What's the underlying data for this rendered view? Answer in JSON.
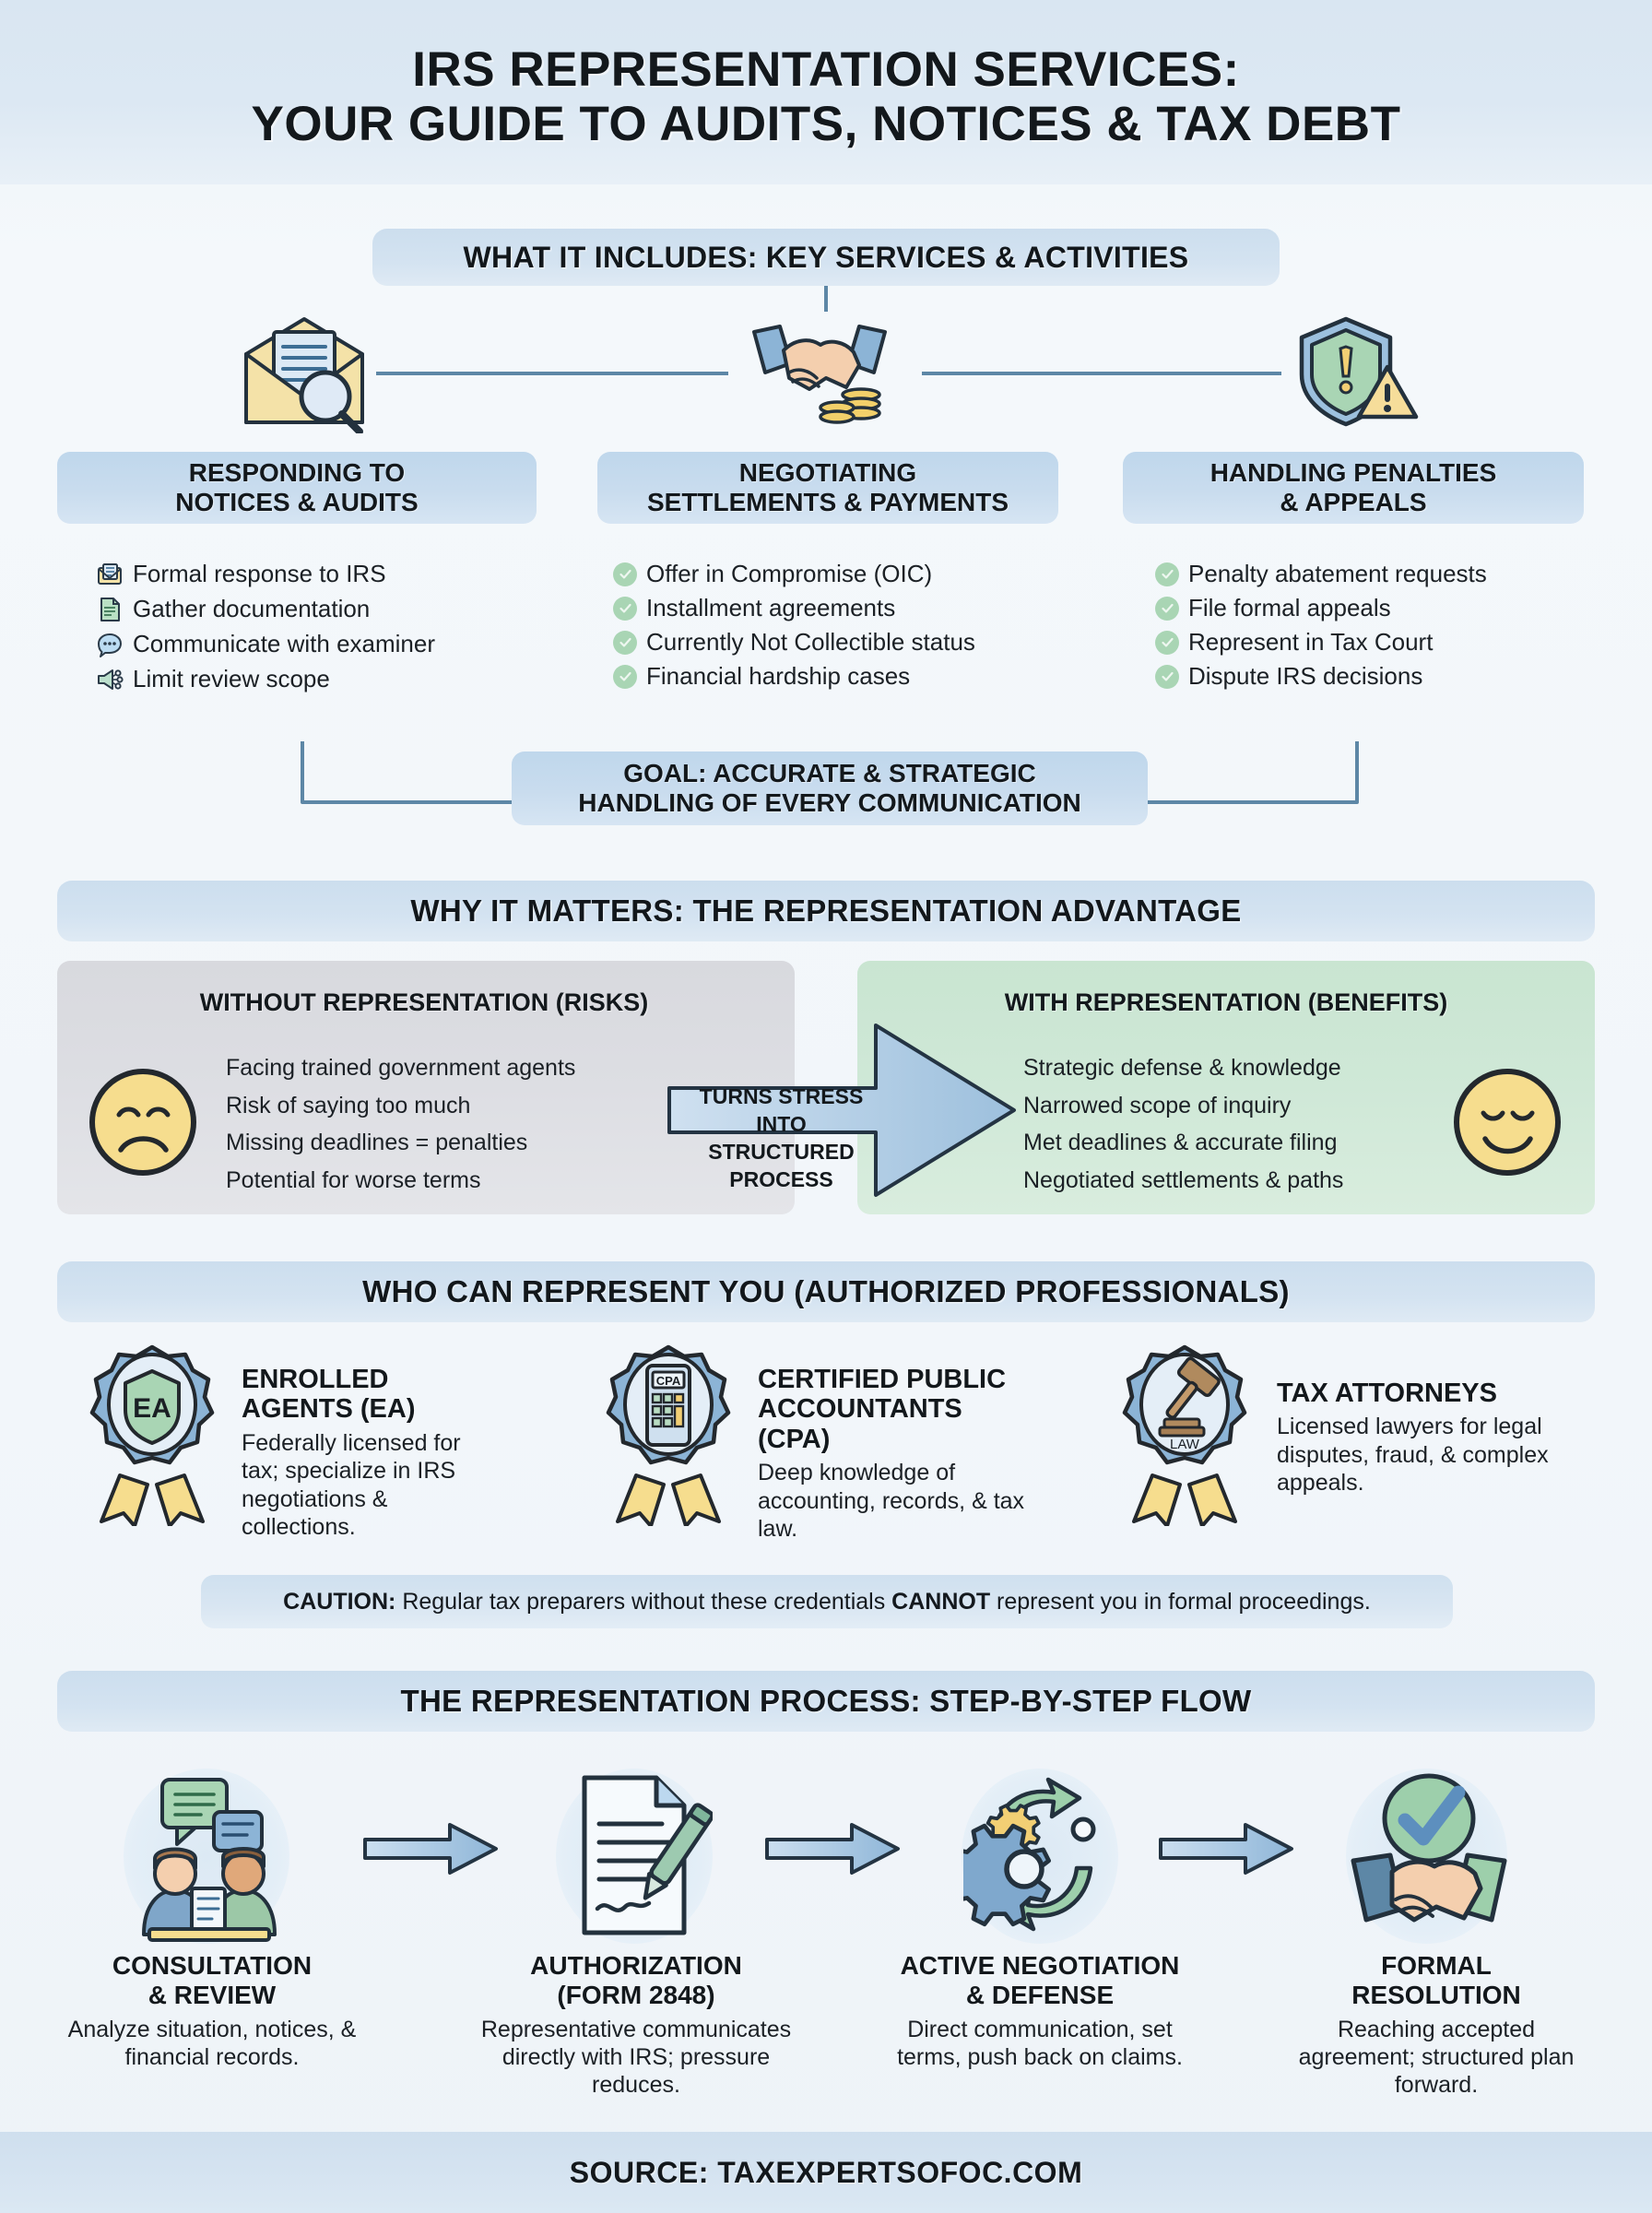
{
  "title": {
    "line1": "IRS REPRESENTATION SERVICES:",
    "line2": "YOUR GUIDE TO AUDITS, NOTICES & TAX DEBT"
  },
  "section1": {
    "header": "WHAT IT INCLUDES: KEY SERVICES & ACTIVITIES",
    "columns": [
      {
        "icon": "envelope-magnifier-icon",
        "heading_line1": "RESPONDING TO",
        "heading_line2": "NOTICES & AUDITS",
        "items": [
          {
            "icon": "envelope-document-icon",
            "label": "Formal response to IRS"
          },
          {
            "icon": "document-lines-icon",
            "label": "Gather documentation"
          },
          {
            "icon": "speech-bubble-icon",
            "label": "Communicate with examiner"
          },
          {
            "icon": "megaphone-icon",
            "label": "Limit review scope"
          }
        ]
      },
      {
        "icon": "handshake-coins-icon",
        "heading_line1": "NEGOTIATING",
        "heading_line2": "SETTLEMENTS & PAYMENTS",
        "items": [
          {
            "icon": "check-circle-icon",
            "label": "Offer in Compromise (OIC)"
          },
          {
            "icon": "check-circle-icon",
            "label": "Installment agreements"
          },
          {
            "icon": "check-circle-icon",
            "label": "Currently Not Collectible status"
          },
          {
            "icon": "check-circle-icon",
            "label": "Financial hardship cases"
          }
        ]
      },
      {
        "icon": "shield-warning-icon",
        "heading_line1": "HANDLING PENALTIES",
        "heading_line2": "& APPEALS",
        "items": [
          {
            "icon": "check-circle-icon",
            "label": "Penalty abatement requests"
          },
          {
            "icon": "check-circle-icon",
            "label": "File formal appeals"
          },
          {
            "icon": "check-circle-icon",
            "label": "Represent in Tax Court"
          },
          {
            "icon": "check-circle-icon",
            "label": "Dispute IRS decisions"
          }
        ]
      }
    ],
    "goal_line1": "GOAL: ACCURATE & STRATEGIC",
    "goal_line2": "HANDLING OF EVERY COMMUNICATION"
  },
  "section2": {
    "header": "WHY IT MATTERS: THE REPRESENTATION ADVANTAGE",
    "without": {
      "title": "WITHOUT REPRESENTATION (RISKS)",
      "face_icon": "sad-face-icon",
      "items": [
        "Facing trained government agents",
        "Risk of saying too much",
        "Missing deadlines = penalties",
        "Potential for worse terms"
      ]
    },
    "arrow": {
      "line1": "TURNS STRESS INTO",
      "line2": "STRUCTURED PROCESS"
    },
    "with": {
      "title": "WITH REPRESENTATION (BENEFITS)",
      "face_icon": "happy-face-icon",
      "items": [
        "Strategic defense & knowledge",
        "Narrowed scope of inquiry",
        "Met deadlines & accurate filing",
        "Negotiated settlements & paths"
      ]
    }
  },
  "section3": {
    "header": "WHO CAN REPRESENT YOU (AUTHORIZED PROFESSIONALS)",
    "professionals": [
      {
        "badge_icon": "ea-shield-badge-icon",
        "badge_text": "EA",
        "name_line1": "ENROLLED",
        "name_line2": "AGENTS (EA)",
        "desc": "Federally licensed for tax; specialize in IRS negotiations & collections."
      },
      {
        "badge_icon": "cpa-calculator-badge-icon",
        "badge_text": "CPA",
        "name_line1": "CERTIFIED PUBLIC",
        "name_line2": "ACCOUNTANTS (CPA)",
        "desc": "Deep knowledge of accounting, records, & tax law."
      },
      {
        "badge_icon": "law-gavel-badge-icon",
        "badge_text": "LAW",
        "name_line1": "TAX ATTORNEYS",
        "name_line2": "",
        "desc": "Licensed lawyers for legal disputes, fraud, & complex appeals."
      }
    ],
    "caution_label": "CAUTION:",
    "caution_text_1": " Regular tax preparers without these credentials ",
    "caution_emphasis": "CANNOT",
    "caution_text_2": " represent you in formal proceedings."
  },
  "section4": {
    "header": "THE REPRESENTATION PROCESS: STEP-BY-STEP FLOW",
    "steps": [
      {
        "icon": "consultation-people-icon",
        "title_line1": "CONSULTATION",
        "title_line2": "& REVIEW",
        "desc": "Analyze situation, notices, & financial records."
      },
      {
        "icon": "signed-document-pen-icon",
        "title_line1": "AUTHORIZATION",
        "title_line2": "(FORM 2848)",
        "desc": "Representative communicates directly with IRS; pressure reduces."
      },
      {
        "icon": "gears-cycle-icon",
        "title_line1": "ACTIVE NEGOTIATION",
        "title_line2": "& DEFENSE",
        "desc": "Direct communication, set terms, push back on claims."
      },
      {
        "icon": "handshake-check-icon",
        "title_line1": "FORMAL",
        "title_line2": "RESOLUTION",
        "desc": "Reaching accepted agreement; structured plan forward."
      }
    ]
  },
  "footer": {
    "source": "SOURCE: TAXEXPERTSOFOC.COM"
  },
  "colors": {
    "background": "#eef3f8",
    "header_blue": "#d4e3f1",
    "chip_blue": "#c9dcee",
    "risk_grey": "#dddee3",
    "benefit_green": "#cfe8d7",
    "accent_line": "#5d87a6",
    "tick_green": "#a9d5b4",
    "face_yellow": "#f6dd8e"
  }
}
